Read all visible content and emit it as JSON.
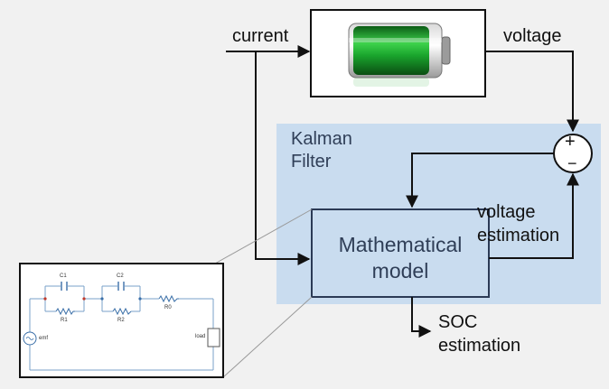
{
  "labels": {
    "current": "current",
    "voltage": "voltage",
    "kalman_line1": "Kalman",
    "kalman_line2": "Filter",
    "model_line1": "Mathematical",
    "model_line2": "model",
    "voltage_estimation_line1": "voltage",
    "voltage_estimation_line2": "estimation",
    "soc_line1": "SOC",
    "soc_line2": "estimation",
    "plus": "+",
    "minus": "−"
  },
  "circuit": {
    "c1": "C1",
    "c2": "C2",
    "r1": "R1",
    "r2": "R2",
    "r0": "R0",
    "emf": "emf",
    "load": "load"
  },
  "colors": {
    "kalman_fill": "#c9dcef",
    "battery_green": "#1aa52d",
    "line": "#111111"
  },
  "icons": {
    "battery": "battery-icon",
    "summing_junction": "summing-junction-icon"
  }
}
